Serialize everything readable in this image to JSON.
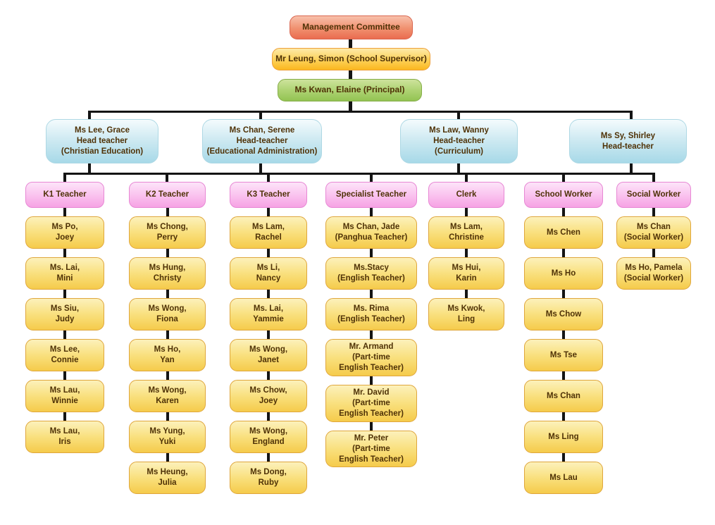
{
  "top_nodes": {
    "management_committee": "Management Committee",
    "school_supervisor": "Mr Leung, Simon (School Supervisor)",
    "principal": "Ms Kwan, Elaine (Principal)"
  },
  "head_teachers": [
    {
      "label": "Ms Lee, Grace\nHead teacher\n(Christian Education)"
    },
    {
      "label": "Ms Chan, Serene\nHead-teacher\n(Educational Administration)"
    },
    {
      "label": "Ms Law, Wanny\nHead-teacher\n(Curriculum)"
    },
    {
      "label": "Ms Sy, Shirley\nHead-teacher"
    }
  ],
  "columns": [
    {
      "role": "K1 Teacher",
      "members": [
        "Ms Po,\nJoey",
        "Ms. Lai,\nMini",
        "Ms Siu,\nJudy",
        "Ms Lee,\nConnie",
        "Ms Lau,\nWinnie",
        "Ms Lau,\nIris"
      ]
    },
    {
      "role": "K2 Teacher",
      "members": [
        "Ms Chong,\nPerry",
        "Ms Hung,\nChristy",
        "Ms Wong,\nFiona",
        "Ms Ho,\nYan",
        "Ms Wong,\nKaren",
        "Ms Yung,\nYuki",
        "Ms Heung,\nJulia"
      ]
    },
    {
      "role": "K3 Teacher",
      "members": [
        "Ms Lam,\nRachel",
        "Ms Li,\nNancy",
        "Ms. Lai,\nYammie",
        "Ms Wong,\nJanet",
        "Ms Chow,\nJoey",
        "Ms Wong,\nEngland",
        "Ms Dong,\nRuby"
      ]
    },
    {
      "role": "Specialist Teacher",
      "members": [
        "Ms Chan, Jade\n(Panghua Teacher)",
        "Ms.Stacy\n(English Teacher)",
        "Ms. Rima\n(English Teacher)",
        "Mr. Armand\n(Part-time\nEnglish Teacher)",
        "Mr. David\n(Part-time\nEnglish Teacher)",
        "Mr. Peter\n(Part-time\nEnglish Teacher)"
      ]
    },
    {
      "role": "Clerk",
      "members": [
        "Ms Lam,\nChristine",
        "Ms Hui,\nKarin",
        "Ms Kwok,\nLing"
      ]
    },
    {
      "role": "School Worker",
      "members": [
        "Ms Chen",
        "Ms Ho",
        "Ms Chow",
        "Ms Tse",
        "Ms Chan",
        "Ms Ling",
        "Ms Lau"
      ]
    },
    {
      "role": "Social Worker",
      "members": [
        "Ms Chan\n(Social Worker)",
        "Ms Ho, Pamela\n(Social Worker)"
      ]
    }
  ],
  "colors": {
    "management_committee_fill": "#ea6c50",
    "school_supervisor_fill": "#fbb81f",
    "principal_fill": "#93c353",
    "head_teacher_fill": "#a7d9e8",
    "role_fill": "#f6a2e4",
    "member_fill": "#f5cb4b",
    "member_border": "#dfa63c",
    "text": "#4f3207",
    "connector": "#141414",
    "background": "#ffffff"
  }
}
